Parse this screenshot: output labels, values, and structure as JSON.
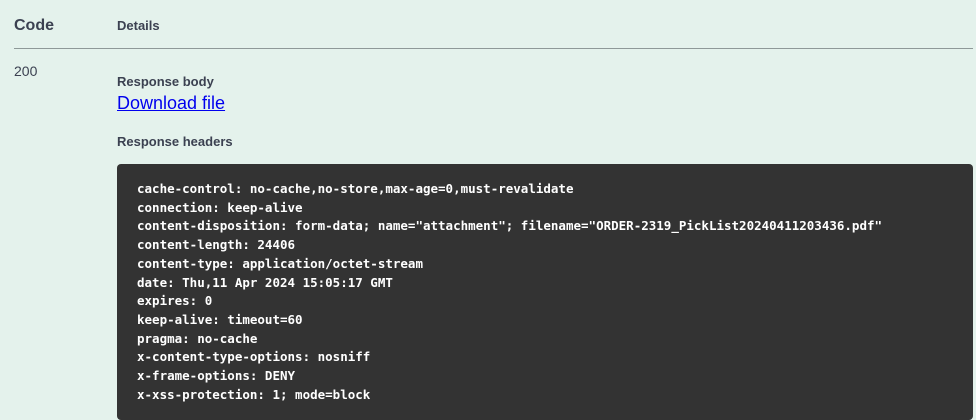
{
  "responses_table": {
    "header": {
      "code_label": "Code",
      "details_label": "Details"
    },
    "response": {
      "status_code": "200",
      "response_body_label": "Response body",
      "download_link_label": "Download file",
      "response_headers_label": "Response headers",
      "headers_lines": [
        "cache-control: no-cache,no-store,max-age=0,must-revalidate",
        "connection: keep-alive",
        "content-disposition: form-data; name=\"attachment\"; filename=\"ORDER-2319_PickList20240411203436.pdf\"",
        "content-length: 24406",
        "content-type: application/octet-stream",
        "date: Thu,11 Apr 2024 15:05:17 GMT",
        "expires: 0",
        "keep-alive: timeout=60",
        "pragma: no-cache",
        "x-content-type-options: nosniff",
        "x-frame-options: DENY",
        "x-xss-protection: 1; mode=block"
      ]
    }
  },
  "colors": {
    "page_background": "#e4f2ec",
    "heading_text": "#3b4151",
    "link_blue": "#0000ee",
    "code_block_background": "#333333",
    "code_block_text": "#ffffff",
    "divider_gray": "#8e9998"
  }
}
